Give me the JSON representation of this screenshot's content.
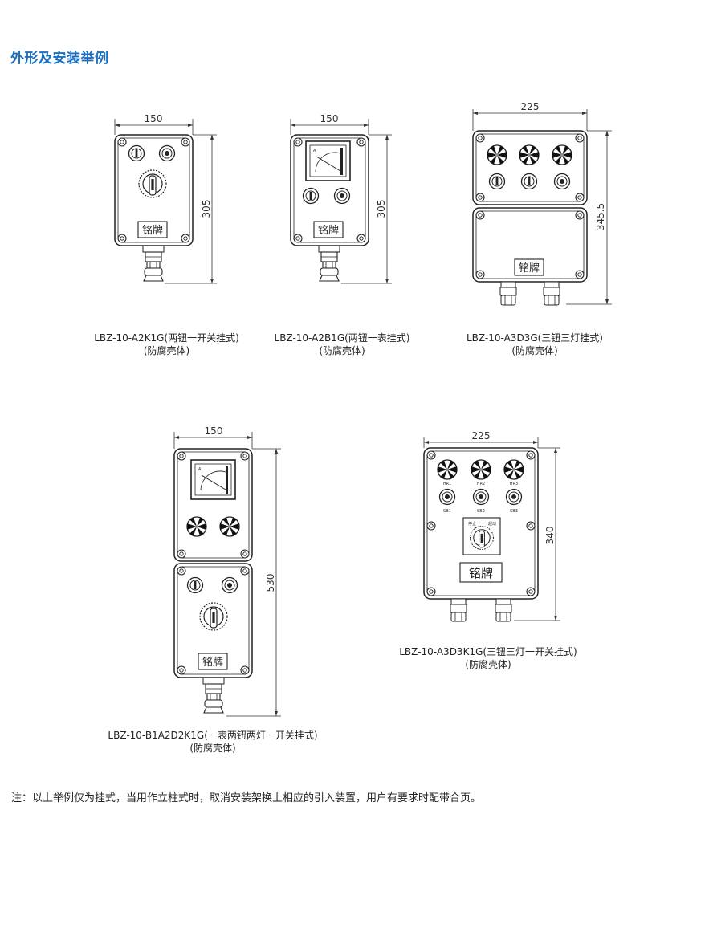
{
  "section_title": "外形及安装举例",
  "nameplate_label": "铭牌",
  "meter_mark": "A",
  "switch_labels": {
    "stop": "停止",
    "start": "起动"
  },
  "indicator_labels": [
    "HR1",
    "HR2",
    "HR3"
  ],
  "button_labels": [
    "SB1",
    "SB2",
    "SB3"
  ],
  "models": [
    {
      "caption_line1": "LBZ-10-A2K1G(两钮一开关挂式)",
      "caption_line2": "(防腐壳体)",
      "width_dim": "150",
      "height_dim": "305"
    },
    {
      "caption_line1": "LBZ-10-A2B1G(两钮一表挂式)",
      "caption_line2": "(防腐壳体)",
      "width_dim": "150",
      "height_dim": "305"
    },
    {
      "caption_line1": "LBZ-10-A3D3G(三钮三灯挂式)",
      "caption_line2": "(防腐壳体)",
      "width_dim": "225",
      "height_dim": "345.5"
    },
    {
      "caption_line1": "LBZ-10-B1A2D2K1G(一表两钮两灯一开关挂式)",
      "caption_line2": "(防腐壳体)",
      "width_dim": "150",
      "height_dim": "530"
    },
    {
      "caption_line1": "LBZ-10-A3D3K1G(三钮三灯一开关挂式)",
      "caption_line2": "(防腐壳体)",
      "width_dim": "225",
      "height_dim": "340"
    }
  ],
  "note": "注：以上举例仅为挂式，当用作立柱式时，取消安装架换上相应的引入装置，用户有要求时配带合页。"
}
